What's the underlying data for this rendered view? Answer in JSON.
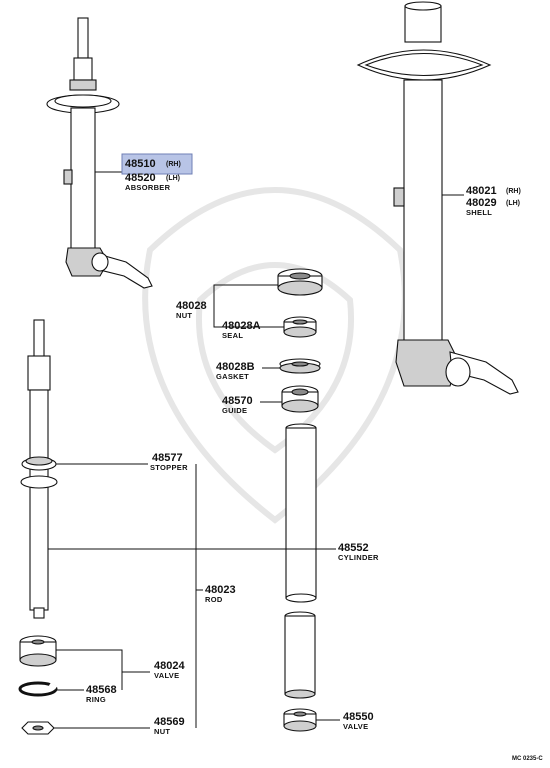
{
  "highlight_color": "#b8c4e6",
  "parts": {
    "absorber": {
      "number_rh": "48510",
      "side_rh": "(RH)",
      "number_lh": "48520",
      "side_lh": "(LH)",
      "name": "ABSORBER"
    },
    "shell": {
      "number_rh": "48021",
      "side_rh": "(RH)",
      "number_lh": "48029",
      "side_lh": "(LH)",
      "name": "SHELL"
    },
    "nut_top": {
      "number": "48028",
      "name": "NUT"
    },
    "seal": {
      "number": "48028A",
      "name": "SEAL"
    },
    "gasket": {
      "number": "48028B",
      "name": "GASKET"
    },
    "guide": {
      "number": "48570",
      "name": "GUIDE"
    },
    "stopper": {
      "number": "48577",
      "name": "STOPPER"
    },
    "cylinder": {
      "number": "48552",
      "name": "CYLINDER"
    },
    "rod": {
      "number": "48023",
      "name": "ROD"
    },
    "valve_rod": {
      "number": "48024",
      "name": "VALVE"
    },
    "ring": {
      "number": "48568",
      "name": "RING"
    },
    "valve_bottom": {
      "number": "48550",
      "name": "VALVE"
    },
    "nut_bottom": {
      "number": "48569",
      "name": "NUT"
    }
  },
  "footer": {
    "code": "MC 0235-C"
  }
}
